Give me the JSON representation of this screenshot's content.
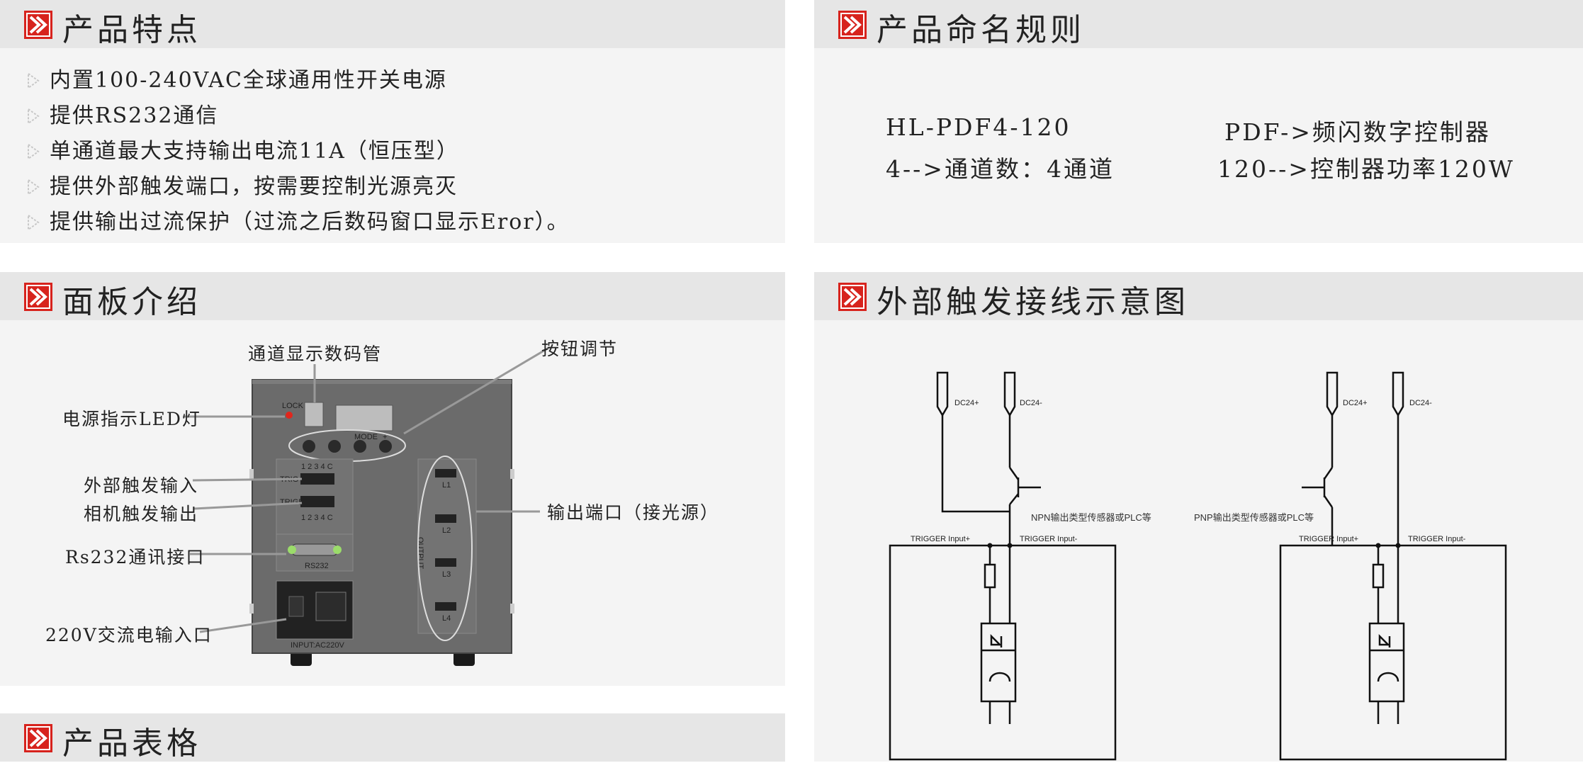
{
  "sections": {
    "features": "产品特点",
    "naming": "产品命名规则",
    "panel": "面板介绍",
    "wiring": "外部触发接线示意图",
    "table": "产品表格"
  },
  "features": [
    "内置100-240VAC全球通用性开关电源",
    "提供RS232通信",
    "单通道最大支持输出电流11A（恒压型）",
    "提供外部触发端口，按需要控制光源亮灭",
    "提供输出过流保护（过流之后数码窗口显示Eror）。"
  ],
  "naming": {
    "model": "HL-PDF4-120",
    "pdf": "PDF->频闪数字控制器",
    "channels": "4-->通道数：4通道",
    "power": "120-->控制器功率120W"
  },
  "panel_labels": {
    "display": "通道显示数码管",
    "buttons": "按钮调节",
    "led": "电源指示LED灯",
    "trigger_in": "外部触发输入",
    "camera_out": "相机触发输出",
    "output_port": "输出端口（接光源）",
    "rs232": "Rs232通讯接口",
    "ac_in": "220V交流电输入口"
  },
  "device_text": {
    "lock": "LOCK",
    "mode": "MODE",
    "minus": "-",
    "plus": "+",
    "trig_nums": "1 2 3 4 C",
    "trig_row1": "TRIG",
    "trig_row2": "TRIGB OUT",
    "rs232": "RS232",
    "ac": "INPUT:AC220V",
    "out_title": "OUTPUT",
    "out": [
      "L1",
      "L2",
      "L3",
      "L4"
    ]
  },
  "wiring": {
    "dc_plus": "DC24+",
    "dc_minus": "DC24-",
    "npn": "NPN输出类型传感器或PLC等",
    "pnp": "PNP输出类型传感器或PLC等",
    "trig_plus": "TRIGGER Input+",
    "trig_minus": "TRIGGER Input-"
  },
  "colors": {
    "accent": "#d7231d",
    "header_bg": "#e6e6e6",
    "panel_bg": "#f4f4f4",
    "device": "#6b6b6b"
  }
}
